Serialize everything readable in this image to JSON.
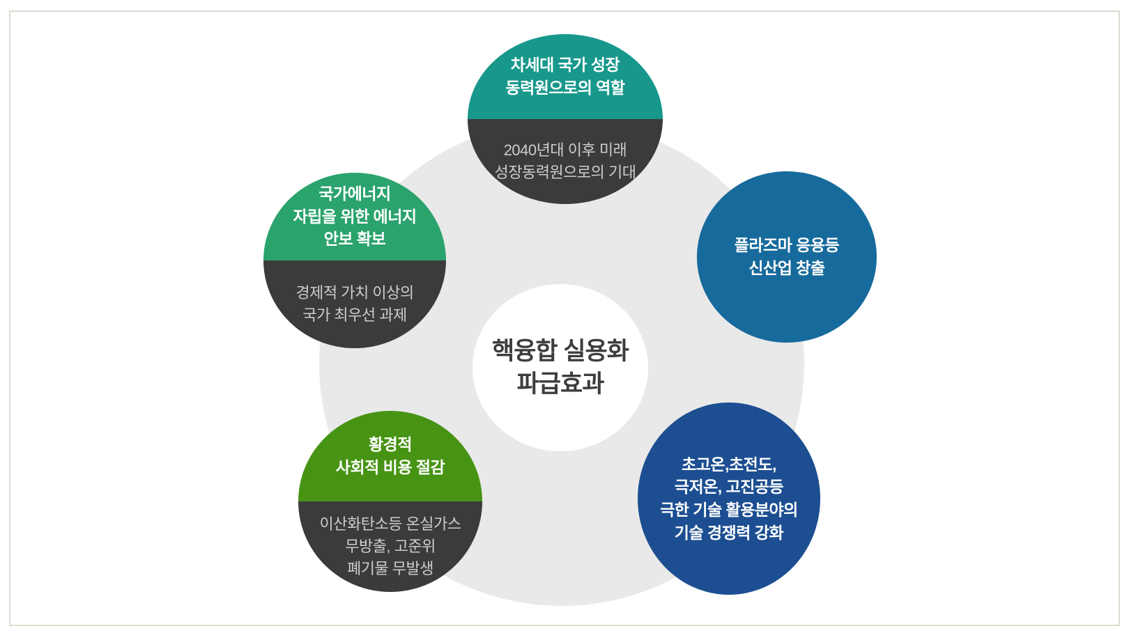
{
  "frame": {
    "border_color": "#dcdcd2"
  },
  "diagram": {
    "center_title": "핵융합 실용화\n파급효과",
    "colors": {
      "ring": "#e9e9ea",
      "dark_half": "#3b3b3d",
      "center_text": "#3d3d3d",
      "title_text": "#ffffff",
      "sub_text": "#cdcdcd"
    },
    "nodes": [
      {
        "id": "next-gen-growth",
        "position": "top",
        "style": "split",
        "color": "#17988b",
        "title": "차세대 국가 성장\n동력원으로의 역할",
        "subtitle": "2040년대 이후 미래\n성장동력원으로의 기대"
      },
      {
        "id": "energy-security",
        "position": "upper-left",
        "style": "split",
        "color": "#2ba36d",
        "title": "국가에너지\n자립을 위한 에너지\n안보 확보",
        "subtitle": "경제적 가치 이상의\n국가 최우선 과제"
      },
      {
        "id": "new-industry",
        "position": "upper-right",
        "style": "solid",
        "color": "#176a9c",
        "title": "플라즈마 응용등\n신산업 창출",
        "subtitle": ""
      },
      {
        "id": "cost-reduction",
        "position": "lower-left",
        "style": "split",
        "color": "#479414",
        "title": "황경적\n사회적 비용 절감",
        "subtitle": "이산화탄소등 온실가스\n무방출, 고준위\n폐기물 무발생"
      },
      {
        "id": "tech-competitiveness",
        "position": "lower-right",
        "style": "solid",
        "color": "#1c4e91",
        "title": "초고온,초전도,\n극저온, 고진공등\n극한 기술 활용분야의\n기술 경쟁력 강화",
        "subtitle": ""
      }
    ]
  }
}
